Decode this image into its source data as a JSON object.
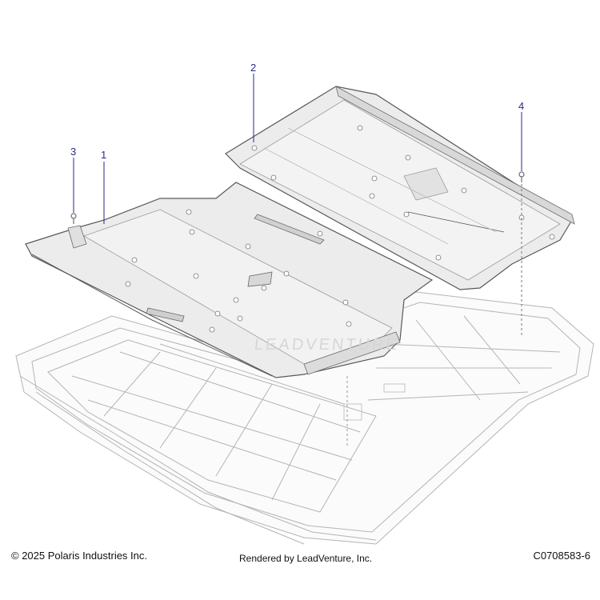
{
  "callouts": [
    {
      "label": "1"
    },
    {
      "label": "2"
    },
    {
      "label": "3"
    },
    {
      "label": "4"
    }
  ],
  "watermark": {
    "text": "LEADVENTURE"
  },
  "footer": {
    "copyright": "© 2025 Polaris Industries Inc.",
    "rendered_by": "Rendered by LeadVenture, Inc.",
    "part_code": "C0708583-6"
  },
  "colors": {
    "line": "#9a9a9a",
    "panel_fill": "#ececec",
    "panel_edge": "#5a5a5a",
    "callout": "#2a2a8a"
  }
}
